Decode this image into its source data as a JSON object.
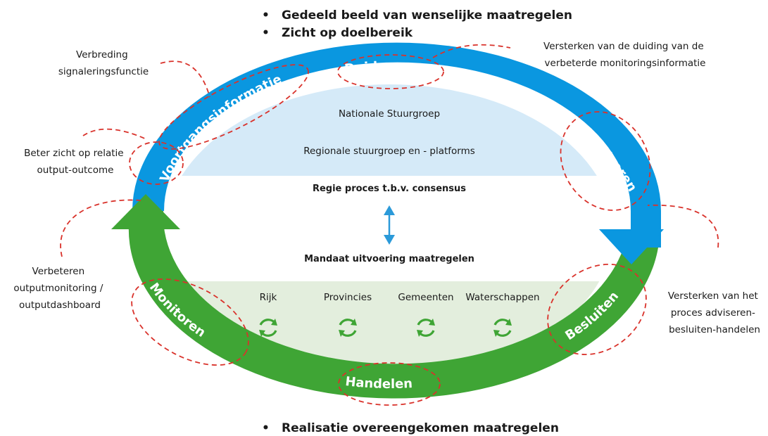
{
  "colors": {
    "blue": "#0a97e0",
    "green": "#3fa535",
    "light_blue": "#d5eaf8",
    "light_green": "#e3eedd",
    "red_dash": "#d9322b",
    "double_arrow": "#2b9ad9"
  },
  "top_bullets": [
    "Gedeeld beeld van wenselijke maatregelen",
    "Zicht op doelbereik"
  ],
  "bottom_bullets": [
    "Realisatie overeengekomen maatregelen"
  ],
  "ring_labels": {
    "duiden": "Duiden",
    "voortgangsinformatie": "Voortgangsinformatie",
    "adviseren": "Adviseren",
    "besluiten": "Besluiten",
    "handelen": "Handelen",
    "monitoren": "Monitoren"
  },
  "center": {
    "national": "Nationale Stuurgroep",
    "regional": "Regionale stuurgroep en - platforms",
    "regie": "Regie proces t.b.v. consensus",
    "mandaat": "Mandaat uitvoering maatregelen"
  },
  "parties": [
    "Rijk",
    "Provincies",
    "Gemeenten",
    "Waterschappen"
  ],
  "annotations": {
    "verbreding": [
      "Verbreding",
      "signaleringsfunctie"
    ],
    "beter_zicht": [
      "Beter zicht op relatie",
      "output-outcome"
    ],
    "verbeteren": [
      "Verbeteren",
      "outputmonitoring /",
      "outputdashboard"
    ],
    "versterken_duiding": [
      "Versterken van de duiding van de",
      "verbeterde monitoringsinformatie"
    ],
    "versterken_proces": [
      "Versterken van het",
      "proces adviseren-",
      "besluiten-handelen"
    ]
  }
}
